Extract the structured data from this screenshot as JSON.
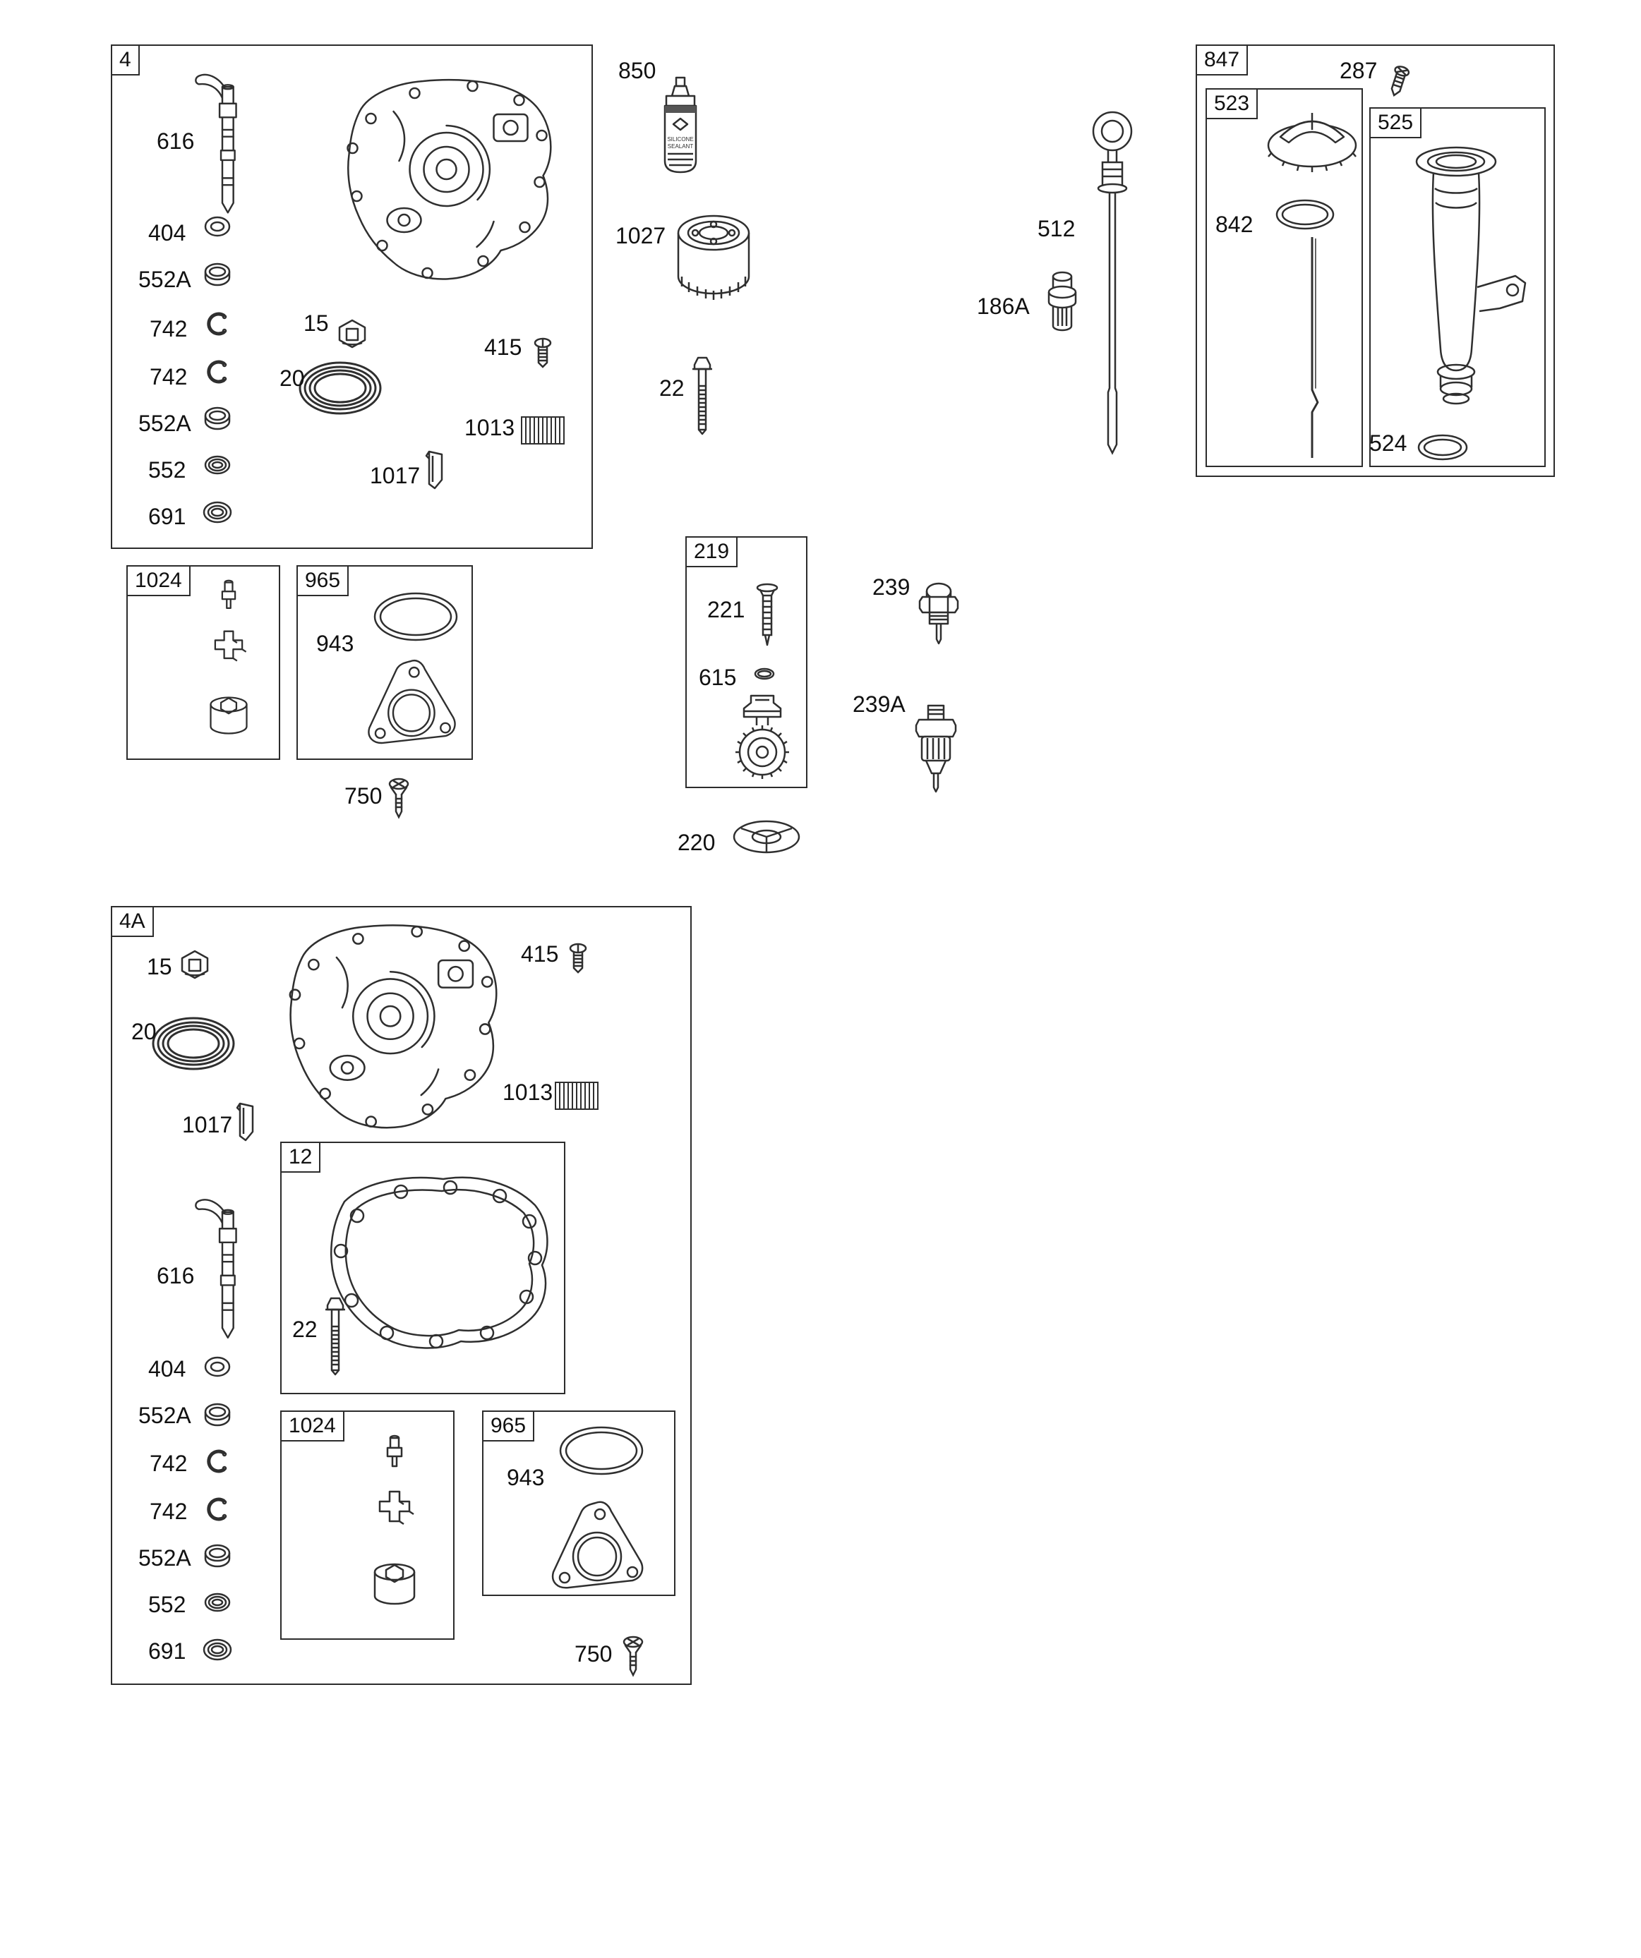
{
  "colors": {
    "line": "#2f2f2f",
    "background": "#ffffff"
  },
  "labels": {
    "box4": "4",
    "box847": "847",
    "box523": "523",
    "box525": "525",
    "box219": "219",
    "box1024a": "1024",
    "box965a": "965",
    "box4A": "4A",
    "box12": "12",
    "box1024b": "1024",
    "box965b": "965",
    "g4_616": "616",
    "g4_404": "404",
    "g4_552A_1": "552A",
    "g4_742_1": "742",
    "g4_742_2": "742",
    "g4_552A_2": "552A",
    "g4_552": "552",
    "g4_691": "691",
    "g4_15": "15",
    "g4_20": "20",
    "g4_415": "415",
    "g4_1013": "1013",
    "g4_1017": "1017",
    "c850": "850",
    "c1027": "1027",
    "c22a": "22",
    "c287": "287",
    "c842": "842",
    "c524": "524",
    "c512": "512",
    "c186A": "186A",
    "c943a": "943",
    "c750a": "750",
    "c221": "221",
    "c615": "615",
    "c239": "239",
    "c239A": "239A",
    "c220": "220",
    "g4A_15": "15",
    "g4A_20": "20",
    "g4A_1017": "1017",
    "g4A_415": "415",
    "g4A_1013": "1013",
    "g4A_616": "616",
    "g4A_404": "404",
    "g4A_552A_1": "552A",
    "g4A_742_1": "742",
    "g4A_742_2": "742",
    "g4A_552A_2": "552A",
    "g4A_552": "552",
    "g4A_691": "691",
    "g4A_22": "22",
    "c943b": "943",
    "c750b": "750",
    "sealant_line1": "SILICONE",
    "sealant_line2": "SEALANT"
  }
}
